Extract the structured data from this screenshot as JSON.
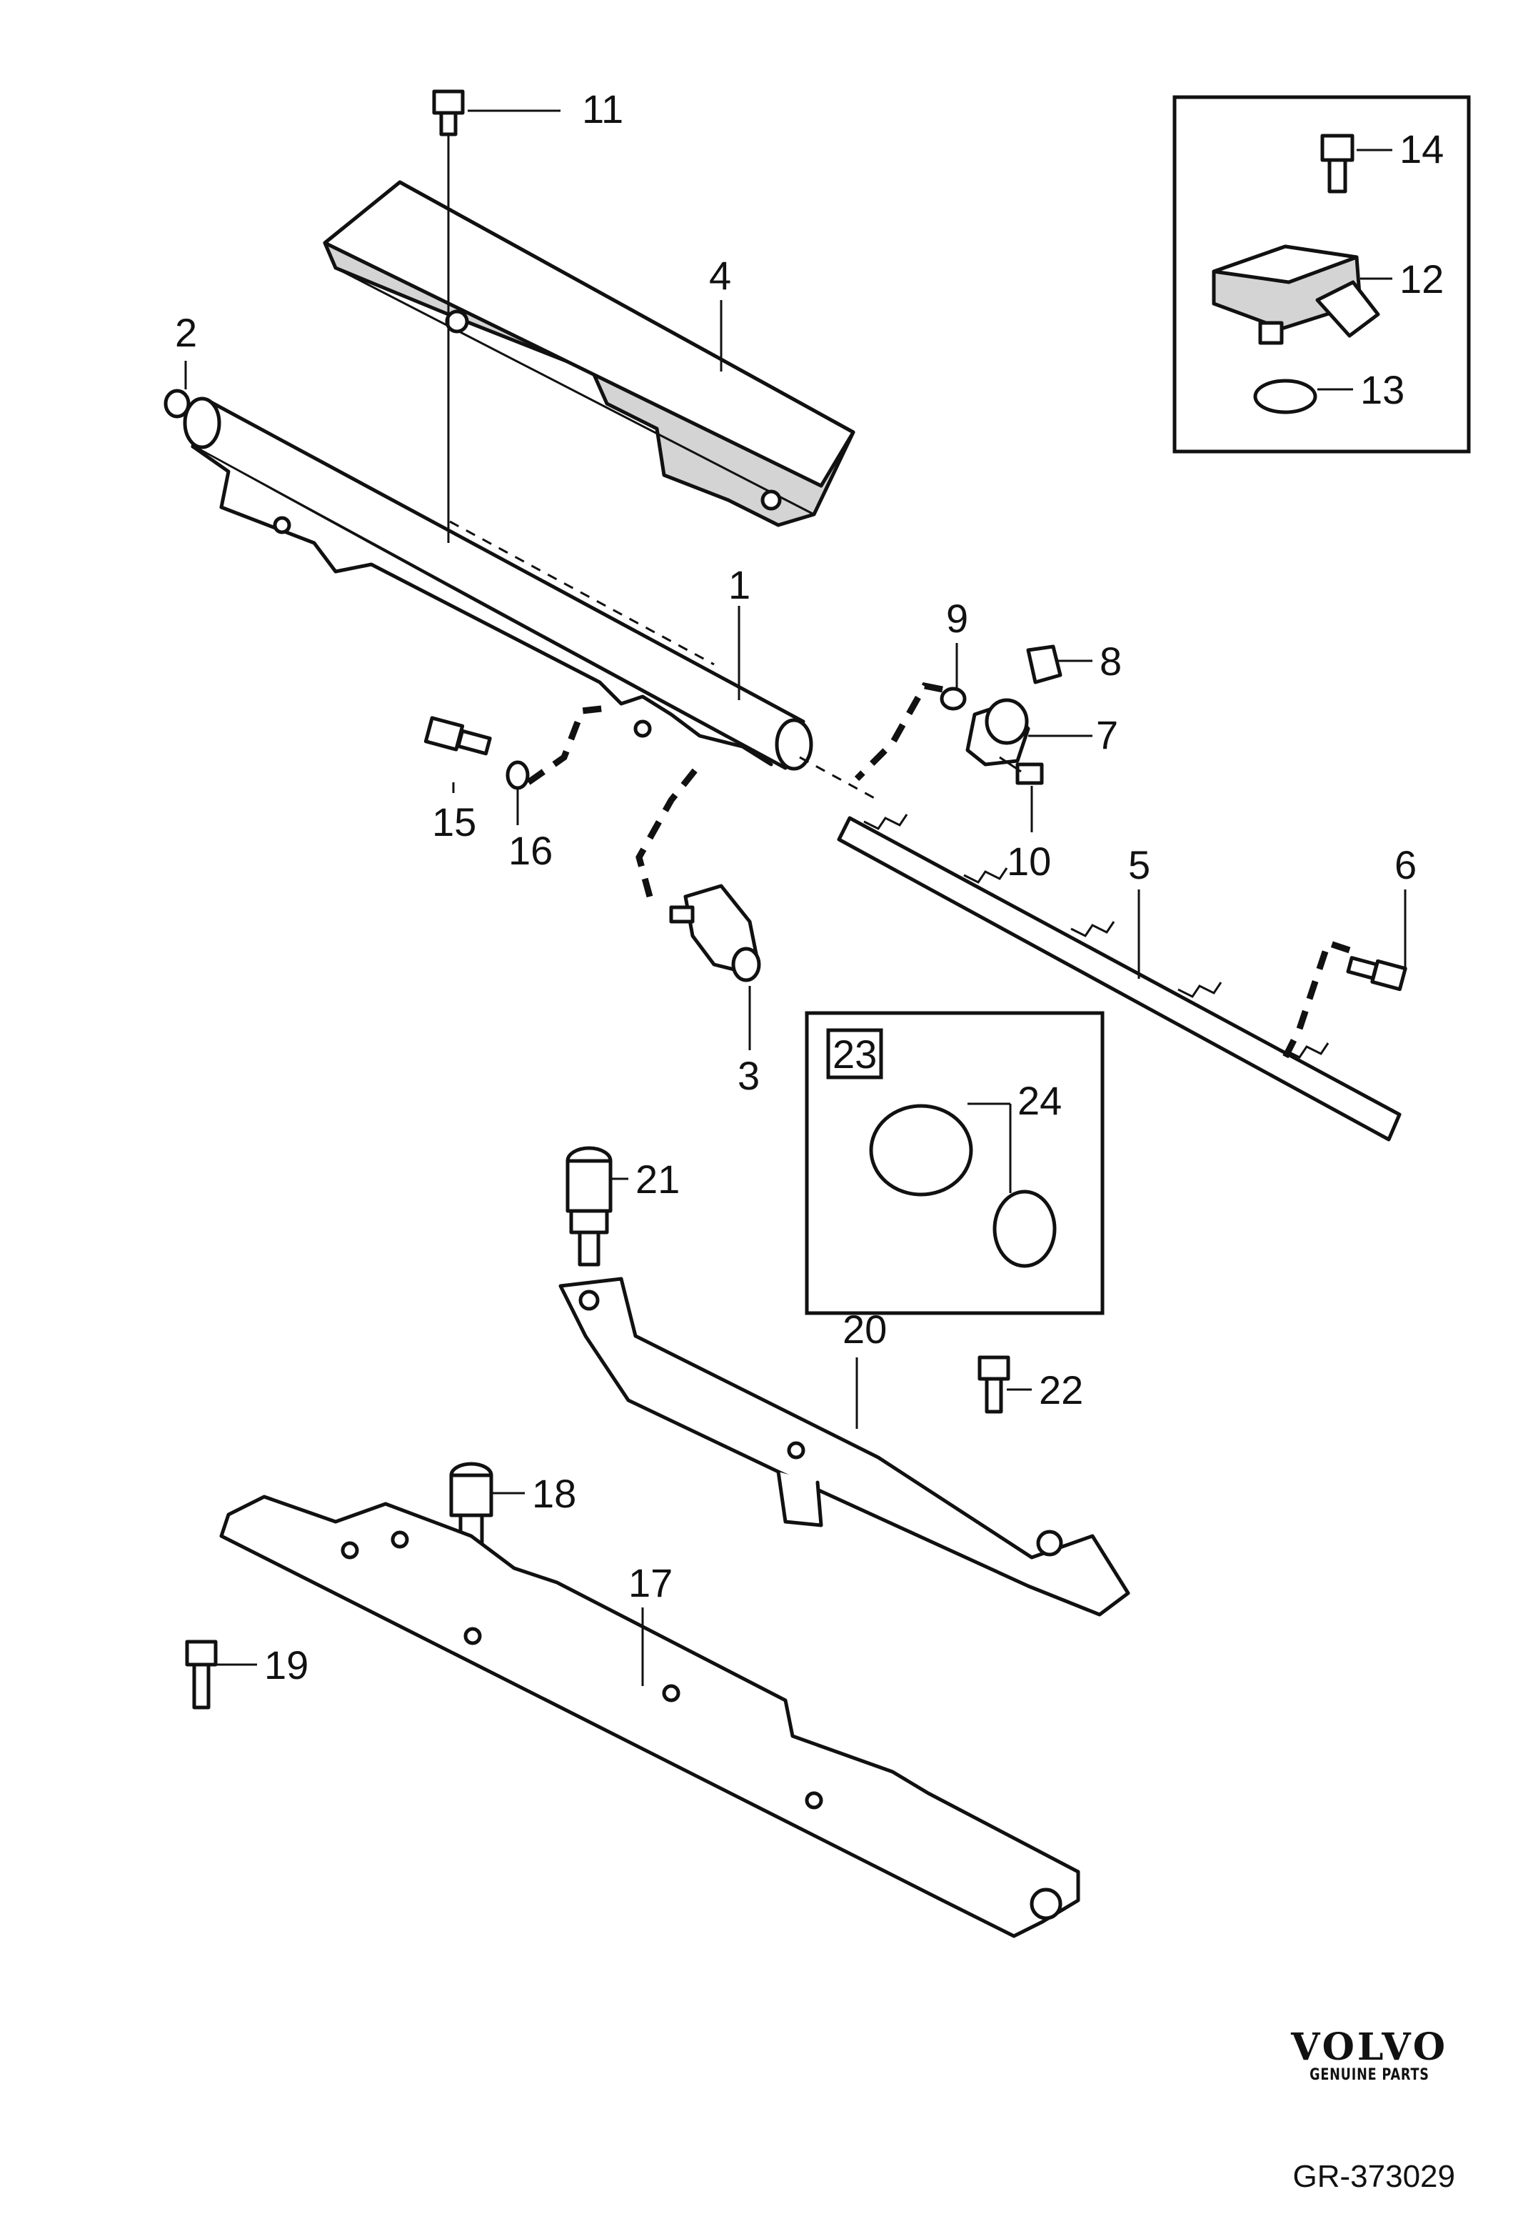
{
  "callouts": {
    "c1": "1",
    "c2": "2",
    "c3": "3",
    "c4": "4",
    "c5": "5",
    "c6": "6",
    "c7": "7",
    "c8": "8",
    "c9": "9",
    "c10": "10",
    "c11": "11",
    "c12": "12",
    "c13": "13",
    "c14": "14",
    "c15": "15",
    "c16": "16",
    "c17": "17",
    "c18": "18",
    "c19": "19",
    "c20": "20",
    "c21": "21",
    "c22": "22",
    "c23": "23",
    "c24": "24"
  },
  "brand": {
    "logo": "VOLVO",
    "subtitle": "GENUINE PARTS"
  },
  "reference": "GR-373029"
}
